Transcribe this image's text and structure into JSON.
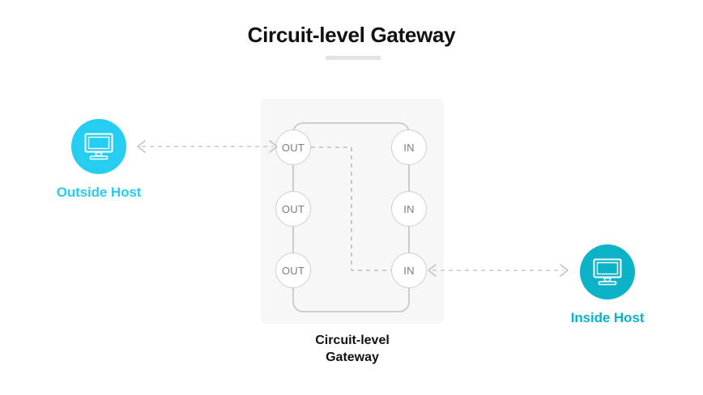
{
  "page": {
    "title": "Circuit-level Gateway",
    "background": "#ffffff"
  },
  "colors": {
    "outside_host": "#25CEF0",
    "inside_host": "#0CB2C8",
    "panel": "#f7f7f7",
    "line": "#c9c9c9",
    "node_text": "#7d7d7d",
    "title_text": "#111111",
    "rule": "#e3e3e3"
  },
  "gateway": {
    "caption_line1": "Circuit-level",
    "caption_line2": "Gateway",
    "out_ports": [
      {
        "label": "OUT"
      },
      {
        "label": "OUT"
      },
      {
        "label": "OUT"
      }
    ],
    "in_ports": [
      {
        "label": "IN"
      },
      {
        "label": "IN"
      },
      {
        "label": "IN"
      }
    ]
  },
  "hosts": {
    "outside": {
      "label": "Outside Host",
      "icon": "monitor-icon",
      "color": "#25CEF0"
    },
    "inside": {
      "label": "Inside Host",
      "icon": "monitor-icon",
      "color": "#0CB2C8"
    }
  },
  "connections": [
    {
      "name": "outside-host-to-gateway",
      "style": "dashed",
      "arrowheads": "both"
    },
    {
      "name": "gateway-to-inside-host",
      "style": "dashed",
      "arrowheads": "both"
    },
    {
      "name": "internal-circuit-out1-to-in3",
      "style": "dashed",
      "arrowheads": "none"
    }
  ]
}
